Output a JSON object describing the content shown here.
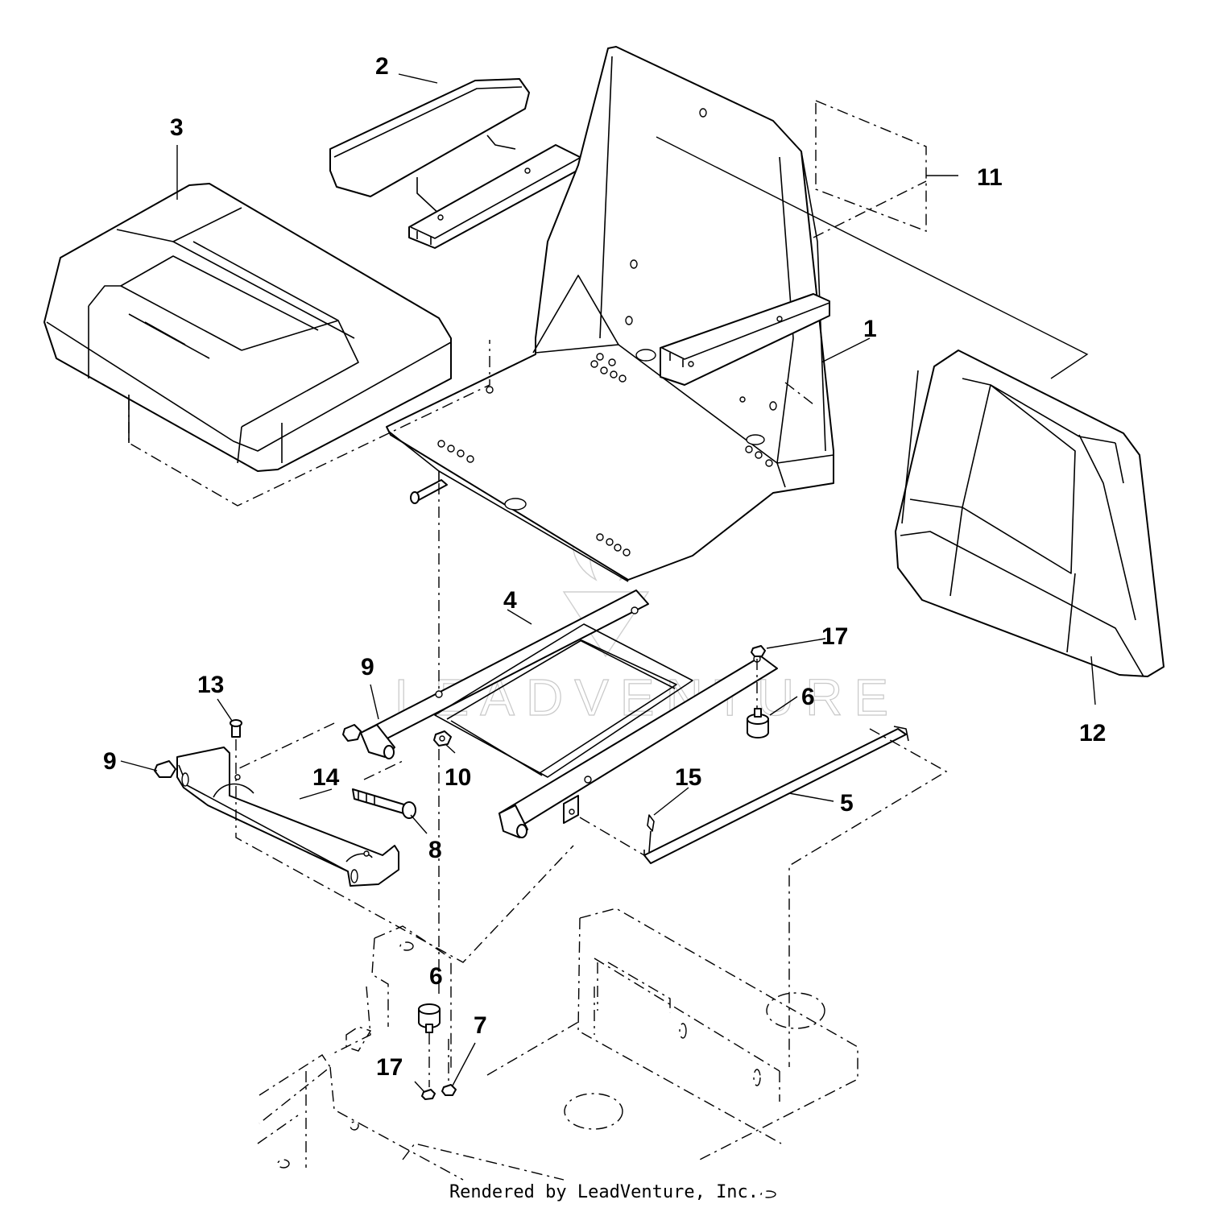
{
  "diagram": {
    "callouts": [
      {
        "id": "c1",
        "label": "1"
      },
      {
        "id": "c2",
        "label": "2"
      },
      {
        "id": "c3",
        "label": "3"
      },
      {
        "id": "c4",
        "label": "4"
      },
      {
        "id": "c5",
        "label": "5"
      },
      {
        "id": "c6a",
        "label": "6"
      },
      {
        "id": "c6b",
        "label": "6"
      },
      {
        "id": "c7",
        "label": "7"
      },
      {
        "id": "c8",
        "label": "8"
      },
      {
        "id": "c9a",
        "label": "9"
      },
      {
        "id": "c9b",
        "label": "9"
      },
      {
        "id": "c10",
        "label": "10"
      },
      {
        "id": "c11",
        "label": "11"
      },
      {
        "id": "c12",
        "label": "12"
      },
      {
        "id": "c13",
        "label": "13"
      },
      {
        "id": "c14",
        "label": "14"
      },
      {
        "id": "c15",
        "label": "15"
      },
      {
        "id": "c17a",
        "label": "17"
      },
      {
        "id": "c17b",
        "label": "17"
      }
    ],
    "watermark": "LEADVENTURE"
  },
  "footer": {
    "text": "Rendered by LeadVenture, Inc."
  }
}
